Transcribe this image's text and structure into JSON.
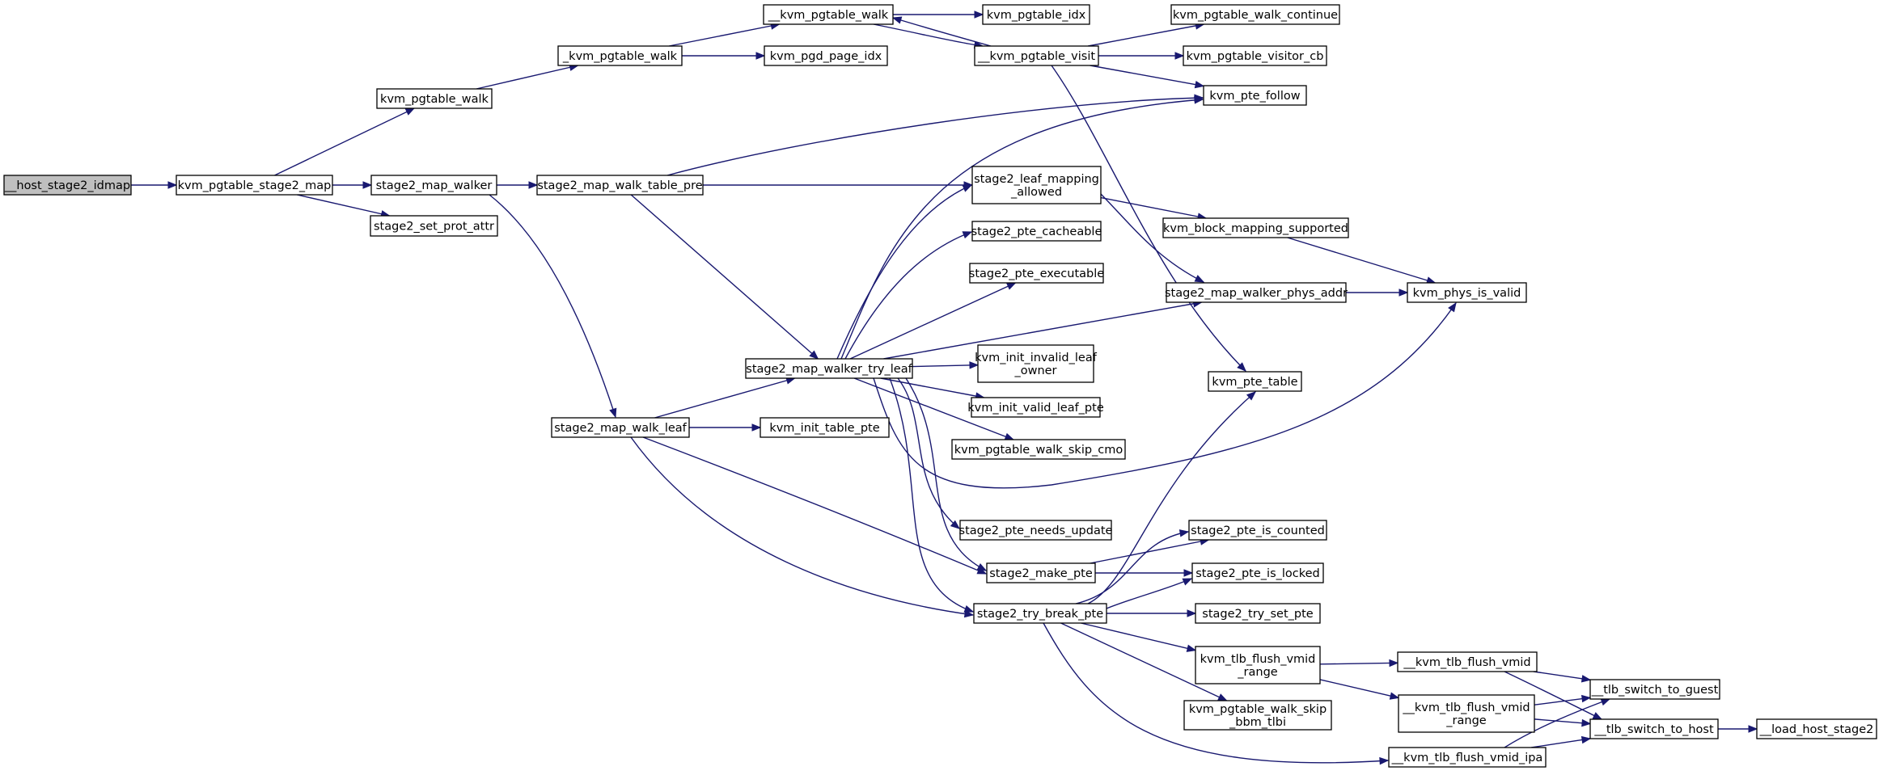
{
  "nodes": {
    "host_stage2_idmap": "__host_stage2_idmap",
    "kvm_pgtable_stage2_map": "kvm_pgtable_stage2_map",
    "kvm_pgtable_walk": "kvm_pgtable_walk",
    "stage2_map_walker": "stage2_map_walker",
    "stage2_set_prot_attr": "stage2_set_prot_attr",
    "_kvm_pgtable_walk": "_kvm_pgtable_walk",
    "__kvm_pgtable_walk": "__kvm_pgtable_walk",
    "kvm_pgd_page_idx": "kvm_pgd_page_idx",
    "kvm_pgtable_idx": "kvm_pgtable_idx",
    "__kvm_pgtable_visit": "__kvm_pgtable_visit",
    "kvm_pgtable_walk_continue": "kvm_pgtable_walk_continue",
    "kvm_pgtable_visitor_cb": "kvm_pgtable_visitor_cb",
    "kvm_pte_follow": "kvm_pte_follow",
    "stage2_map_walk_table_pre": "stage2_map_walk_table_pre",
    "stage2_leaf_mapping_allowed": [
      "stage2_leaf_mapping",
      "_allowed"
    ],
    "stage2_pte_cacheable": "stage2_pte_cacheable",
    "stage2_pte_executable": "stage2_pte_executable",
    "kvm_block_mapping_supported": "kvm_block_mapping_supported",
    "stage2_map_walker_phys_addr": "stage2_map_walker_phys_addr",
    "kvm_phys_is_valid": "kvm_phys_is_valid",
    "stage2_map_walker_try_leaf": "stage2_map_walker_try_leaf",
    "kvm_init_invalid_leaf_owner": [
      "kvm_init_invalid_leaf",
      "_owner"
    ],
    "kvm_init_valid_leaf_pte": "kvm_init_valid_leaf_pte",
    "kvm_pgtable_walk_skip_cmo": "kvm_pgtable_walk_skip_cmo",
    "kvm_pte_table": "kvm_pte_table",
    "stage2_map_walk_leaf": "stage2_map_walk_leaf",
    "kvm_init_table_pte": "kvm_init_table_pte",
    "stage2_pte_needs_update": "stage2_pte_needs_update",
    "stage2_pte_is_counted": "stage2_pte_is_counted",
    "stage2_make_pte": "stage2_make_pte",
    "stage2_pte_is_locked": "stage2_pte_is_locked",
    "stage2_try_break_pte": "stage2_try_break_pte",
    "stage2_try_set_pte": "stage2_try_set_pte",
    "kvm_tlb_flush_vmid_range": [
      "kvm_tlb_flush_vmid",
      "_range"
    ],
    "__kvm_tlb_flush_vmid": "__kvm_tlb_flush_vmid",
    "__tlb_switch_to_guest": "__tlb_switch_to_guest",
    "__kvm_tlb_flush_vmid_range": [
      "__kvm_tlb_flush_vmid",
      "_range"
    ],
    "__tlb_switch_to_host": "__tlb_switch_to_host",
    "__load_host_stage2": "__load_host_stage2",
    "kvm_pgtable_walk_skip_bbm_tlbi": [
      "kvm_pgtable_walk_skip",
      "_bbm_tlbi"
    ],
    "__kvm_tlb_flush_vmid_ipa": "__kvm_tlb_flush_vmid_ipa"
  },
  "edges": [
    [
      "host_stage2_idmap",
      "kvm_pgtable_stage2_map"
    ],
    [
      "kvm_pgtable_stage2_map",
      "kvm_pgtable_walk"
    ],
    [
      "kvm_pgtable_stage2_map",
      "stage2_map_walker"
    ],
    [
      "kvm_pgtable_stage2_map",
      "stage2_set_prot_attr"
    ],
    [
      "kvm_pgtable_walk",
      "_kvm_pgtable_walk"
    ],
    [
      "_kvm_pgtable_walk",
      "__kvm_pgtable_walk"
    ],
    [
      "_kvm_pgtable_walk",
      "kvm_pgd_page_idx"
    ],
    [
      "__kvm_pgtable_walk",
      "kvm_pgtable_idx"
    ],
    [
      "__kvm_pgtable_walk",
      "__kvm_pgtable_visit"
    ],
    [
      "__kvm_pgtable_visit",
      "__kvm_pgtable_walk"
    ],
    [
      "__kvm_pgtable_visit",
      "kvm_pgtable_walk_continue"
    ],
    [
      "__kvm_pgtable_visit",
      "kvm_pgtable_visitor_cb"
    ],
    [
      "__kvm_pgtable_visit",
      "kvm_pte_follow"
    ],
    [
      "__kvm_pgtable_visit",
      "kvm_pte_table"
    ],
    [
      "stage2_map_walker",
      "stage2_map_walk_table_pre"
    ],
    [
      "stage2_map_walker",
      "stage2_map_walk_leaf"
    ],
    [
      "stage2_map_walk_table_pre",
      "kvm_pte_follow"
    ],
    [
      "stage2_map_walk_table_pre",
      "stage2_leaf_mapping_allowed"
    ],
    [
      "stage2_map_walk_table_pre",
      "stage2_map_walker_try_leaf"
    ],
    [
      "stage2_leaf_mapping_allowed",
      "kvm_block_mapping_supported"
    ],
    [
      "stage2_leaf_mapping_allowed",
      "stage2_map_walker_phys_addr"
    ],
    [
      "kvm_block_mapping_supported",
      "kvm_phys_is_valid"
    ],
    [
      "stage2_map_walker_phys_addr",
      "kvm_phys_is_valid"
    ],
    [
      "stage2_map_walker_try_leaf",
      "kvm_pte_follow"
    ],
    [
      "stage2_map_walker_try_leaf",
      "stage2_leaf_mapping_allowed"
    ],
    [
      "stage2_map_walker_try_leaf",
      "stage2_pte_cacheable"
    ],
    [
      "stage2_map_walker_try_leaf",
      "stage2_pte_executable"
    ],
    [
      "stage2_map_walker_try_leaf",
      "stage2_map_walker_phys_addr"
    ],
    [
      "stage2_map_walker_try_leaf",
      "kvm_init_invalid_leaf_owner"
    ],
    [
      "stage2_map_walker_try_leaf",
      "kvm_init_valid_leaf_pte"
    ],
    [
      "stage2_map_walker_try_leaf",
      "kvm_pgtable_walk_skip_cmo"
    ],
    [
      "stage2_map_walker_try_leaf",
      "kvm_phys_is_valid"
    ],
    [
      "stage2_map_walker_try_leaf",
      "stage2_pte_needs_update"
    ],
    [
      "stage2_map_walker_try_leaf",
      "stage2_make_pte"
    ],
    [
      "stage2_map_walker_try_leaf",
      "stage2_try_break_pte"
    ],
    [
      "stage2_map_walk_leaf",
      "stage2_map_walker_try_leaf"
    ],
    [
      "stage2_map_walk_leaf",
      "kvm_init_table_pte"
    ],
    [
      "stage2_map_walk_leaf",
      "stage2_make_pte"
    ],
    [
      "stage2_map_walk_leaf",
      "stage2_try_break_pte"
    ],
    [
      "stage2_make_pte",
      "stage2_pte_is_counted"
    ],
    [
      "stage2_make_pte",
      "stage2_pte_is_locked"
    ],
    [
      "stage2_try_break_pte",
      "kvm_pte_table"
    ],
    [
      "stage2_try_break_pte",
      "stage2_pte_is_counted"
    ],
    [
      "stage2_try_break_pte",
      "stage2_pte_is_locked"
    ],
    [
      "stage2_try_break_pte",
      "stage2_try_set_pte"
    ],
    [
      "stage2_try_break_pte",
      "kvm_tlb_flush_vmid_range"
    ],
    [
      "stage2_try_break_pte",
      "kvm_pgtable_walk_skip_bbm_tlbi"
    ],
    [
      "stage2_try_break_pte",
      "__kvm_tlb_flush_vmid_ipa"
    ],
    [
      "kvm_tlb_flush_vmid_range",
      "__kvm_tlb_flush_vmid"
    ],
    [
      "kvm_tlb_flush_vmid_range",
      "__kvm_tlb_flush_vmid_range"
    ],
    [
      "__kvm_tlb_flush_vmid",
      "__tlb_switch_to_guest"
    ],
    [
      "__kvm_tlb_flush_vmid",
      "__tlb_switch_to_host"
    ],
    [
      "__kvm_tlb_flush_vmid_range",
      "__tlb_switch_to_guest"
    ],
    [
      "__kvm_tlb_flush_vmid_range",
      "__tlb_switch_to_host"
    ],
    [
      "__kvm_tlb_flush_vmid_ipa",
      "__tlb_switch_to_guest"
    ],
    [
      "__kvm_tlb_flush_vmid_ipa",
      "__tlb_switch_to_host"
    ],
    [
      "__tlb_switch_to_host",
      "__load_host_stage2"
    ]
  ]
}
